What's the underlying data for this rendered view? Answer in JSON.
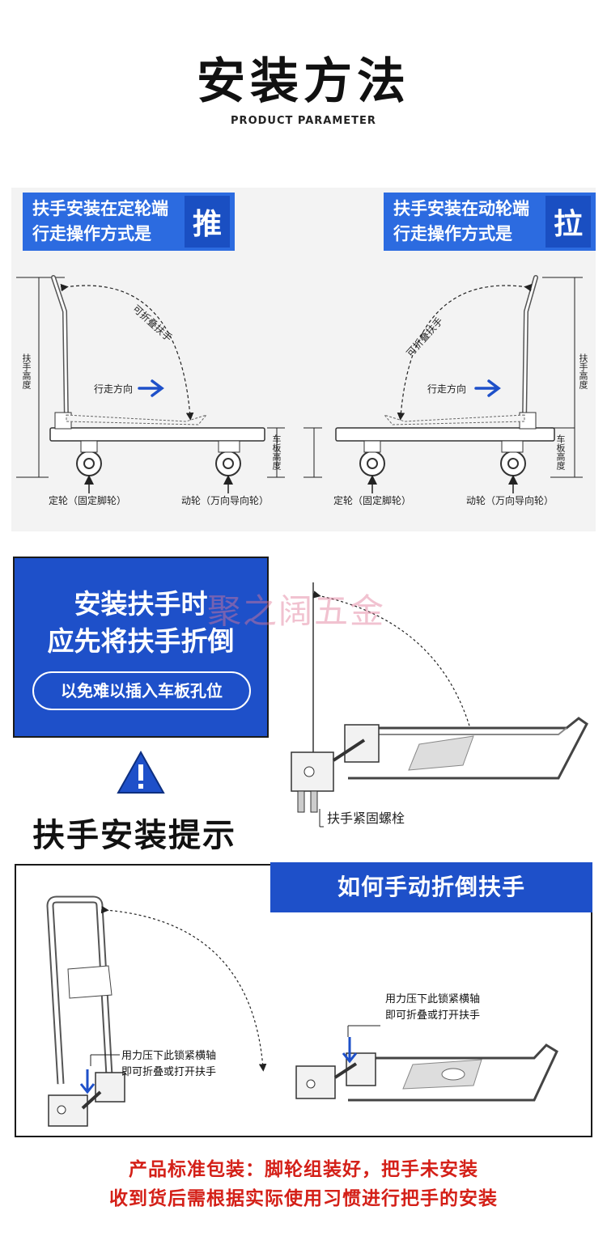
{
  "header": {
    "title": "安装方法",
    "subtitle": "PRODUCT PARAMETER"
  },
  "push_card": {
    "line1": "扶手安装在定轮端",
    "line2": "行走操作方式是",
    "action": "推"
  },
  "pull_card": {
    "line1": "扶手安装在动轮端",
    "line2": "行走操作方式是",
    "action": "拉"
  },
  "diagram_labels": {
    "foldable_handle": "可折叠扶手",
    "walk_direction": "行走方向",
    "handle_height": "扶手高度",
    "deck_height": "车板高度",
    "fixed_wheel": "定轮（固定脚轮）",
    "swivel_wheel": "动轮（万向导向轮）"
  },
  "warning_box": {
    "line1": "安装扶手时",
    "line2": "应先将扶手折倒",
    "pill": "以免难以插入车板孔位"
  },
  "tip_title": "扶手安装提示",
  "watermark": "聚之阔五金",
  "bolt_label": "扶手紧固螺栓",
  "fold_section": {
    "banner": "如何手动折倒扶手",
    "instruction_line1": "用力压下此锁紧横轴",
    "instruction_line2": "即可折叠或打开扶手"
  },
  "footer": {
    "line1": "产品标准包装：脚轮组装好，把手未安装",
    "line2": "收到货后需根据实际使用习惯进行把手的安装"
  },
  "colors": {
    "accent_blue": "#2c6be0",
    "dark_blue": "#1e50c9",
    "footer_red": "#d42018",
    "arrow_blue": "#1e50c9"
  },
  "icons": [
    "warning-triangle-icon",
    "direction-arrow-icon",
    "up-arrow-icon",
    "press-down-arrow-icon"
  ]
}
